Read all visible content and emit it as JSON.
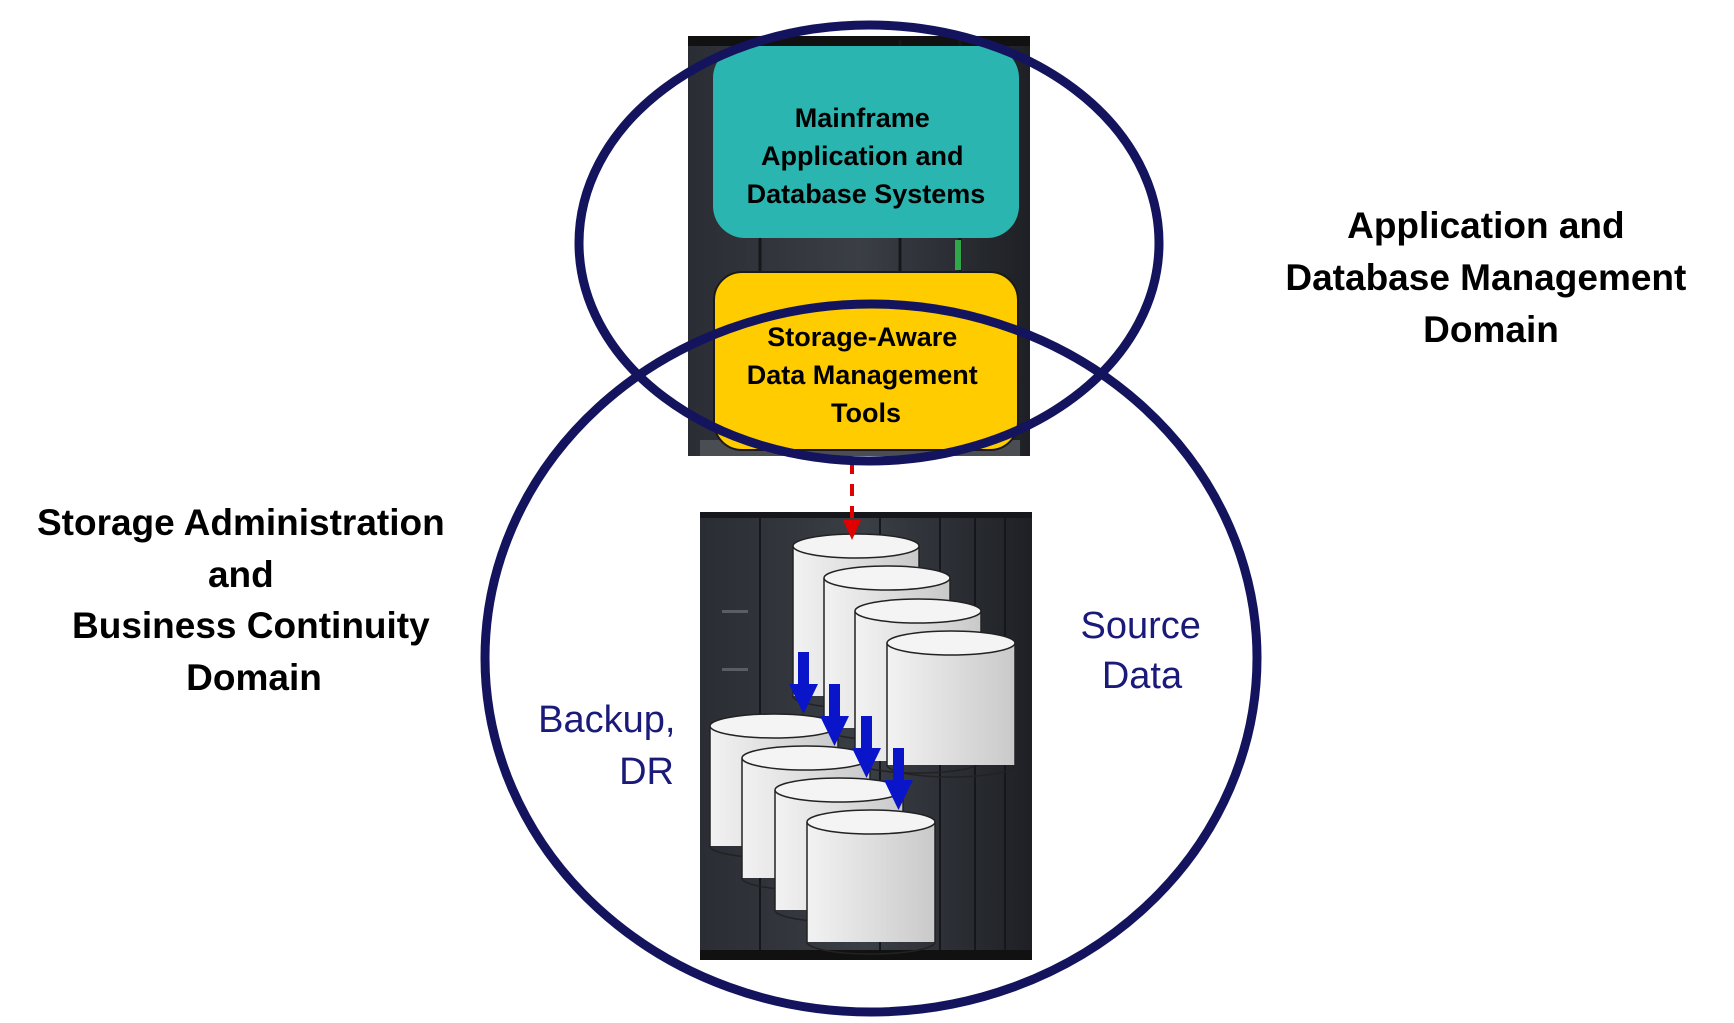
{
  "app_domain": {
    "lines": [
      "Application and",
      "Database Management",
      "Domain"
    ]
  },
  "storage_domain": {
    "lines": [
      "Storage Administration",
      "and",
      "Business Continuity",
      "Domain"
    ]
  },
  "mainframe_box": {
    "lines": [
      "Mainframe",
      "Application and",
      "Database Systems"
    ],
    "color": "#2bb5b0"
  },
  "tools_box": {
    "lines": [
      "Storage-Aware",
      "Data Management",
      "Tools"
    ],
    "color": "#ffcc00"
  },
  "source_label": {
    "lines": [
      "Source",
      "Data"
    ]
  },
  "backup_label": {
    "lines": [
      "Backup,",
      "DR"
    ]
  },
  "colors": {
    "circle_stroke": "#14145e",
    "label_blue": "#1a1a7a",
    "arrow_blue": "#0a14c8",
    "arrow_red": "#e00000",
    "rack_dark": "#23262b",
    "cylinder_fill": "#e2e2e2"
  }
}
